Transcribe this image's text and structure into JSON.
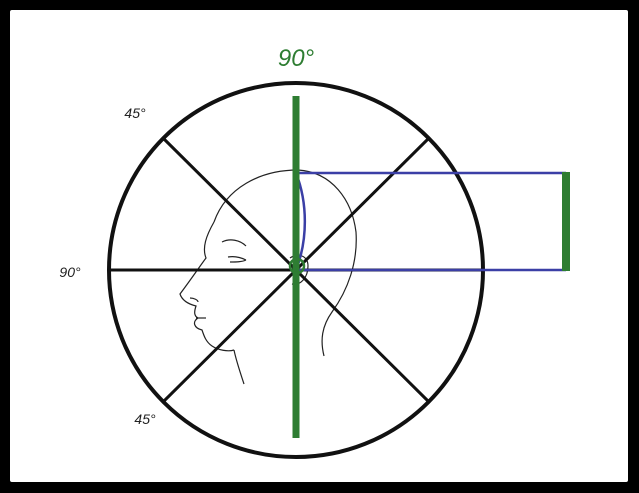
{
  "labels": {
    "top": "90°",
    "upper_left": "45°",
    "left": "90°",
    "lower_left": "45°"
  },
  "colors": {
    "background": "#000000",
    "panel": "#ffffff",
    "circle": "#111111",
    "vertical_axis": "#2e7d32",
    "projection_box": "#3b3fa6",
    "box_right_edge": "#2e7d32",
    "sketch": "#222222"
  }
}
